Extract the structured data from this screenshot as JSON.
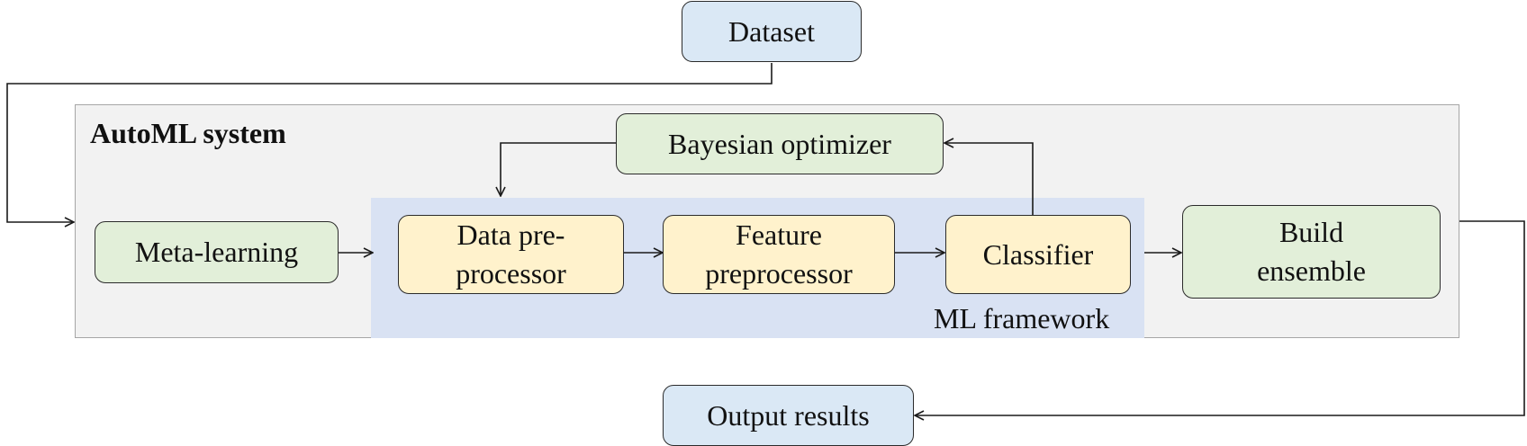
{
  "diagram": {
    "regions": {
      "system": {
        "label": "AutoML system"
      },
      "framework": {
        "label": "ML framework"
      }
    },
    "nodes": {
      "dataset": {
        "label": "Dataset",
        "color": "#dae8f5"
      },
      "output": {
        "label": "Output results",
        "color": "#dae8f5"
      },
      "meta_learning": {
        "label": "Meta-learning",
        "color": "#e2efd9"
      },
      "bayesian_optimizer": {
        "label": "Bayesian optimizer",
        "color": "#e2efd9"
      },
      "data_preprocessor": {
        "label": "Data pre-\nprocessor",
        "color": "#fff2cc"
      },
      "feature_preprocessor": {
        "label": "Feature\npreprocessor",
        "color": "#fff2cc"
      },
      "classifier": {
        "label": "Classifier",
        "color": "#fff2cc"
      },
      "build_ensemble": {
        "label": "Build\nensemble",
        "color": "#e2efd9"
      }
    },
    "edges": [
      {
        "from": "dataset",
        "to": "meta_learning"
      },
      {
        "from": "meta_learning",
        "to": "data_preprocessor"
      },
      {
        "from": "data_preprocessor",
        "to": "feature_preprocessor"
      },
      {
        "from": "feature_preprocessor",
        "to": "classifier"
      },
      {
        "from": "classifier",
        "to": "build_ensemble"
      },
      {
        "from": "classifier",
        "to": "bayesian_optimizer"
      },
      {
        "from": "bayesian_optimizer",
        "to": "data_preprocessor"
      },
      {
        "from": "build_ensemble",
        "to": "output"
      }
    ]
  }
}
